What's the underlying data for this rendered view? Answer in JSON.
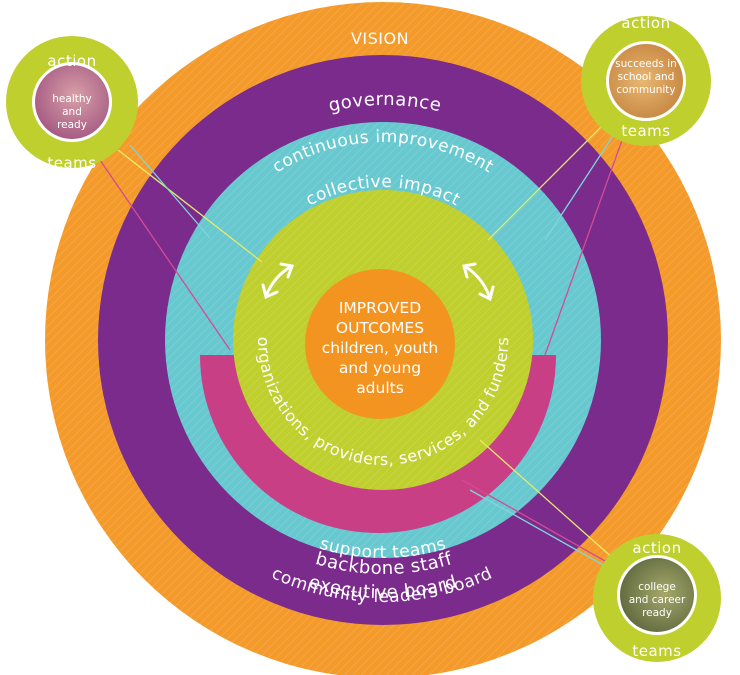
{
  "colors": {
    "orange": "#f49a2a",
    "purple": "#7a2b8c",
    "teal": "#67c8cf",
    "lime": "#bfcf2d",
    "magenta": "#c93f86",
    "center": "#f39421"
  },
  "rings": {
    "vision": "VISION",
    "community": "community leaders board",
    "governance": "governance",
    "executive": "executive board",
    "continuous": "continuous improvement",
    "backbone": "backbone staff",
    "collective": "collective impact",
    "organizations": "organizations, providers, services, and funders",
    "support": "support teams"
  },
  "center": {
    "line1": "IMPROVED",
    "line2": "OUTCOMES",
    "line3": "children, youth",
    "line4": "and young",
    "line5": "adults"
  },
  "action_teams": [
    {
      "top": "action",
      "bottom": "teams",
      "lines": [
        "healthy",
        "and",
        "ready"
      ]
    },
    {
      "top": "action",
      "bottom": "teams",
      "lines": [
        "succeeds in",
        "school and",
        "community"
      ]
    },
    {
      "top": "action",
      "bottom": "teams",
      "lines": [
        "college",
        "and career",
        "ready"
      ]
    }
  ]
}
